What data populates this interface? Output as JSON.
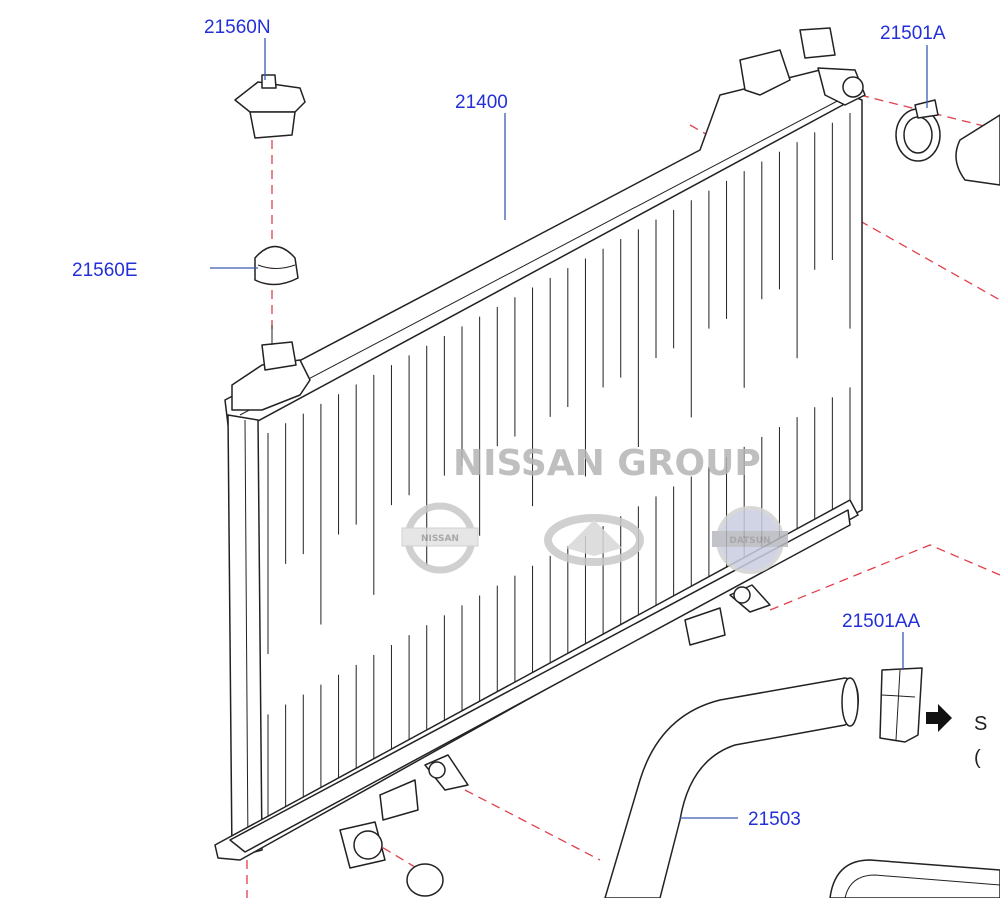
{
  "labels": {
    "cap": "21560N",
    "radiator": "21400",
    "clamp_upper": "21501A",
    "plug": "21560E",
    "clamp_lower": "21501AA",
    "hose_lower": "21503"
  },
  "see_ref": {
    "line1": "S",
    "line2": "("
  },
  "watermark": {
    "title": "NISSAN GROUP",
    "logos": [
      "NISSAN",
      "INFINITI",
      "DATSUN"
    ],
    "logo_text_nissan": "NISSAN",
    "logo_text_datsun": "DATSUN"
  },
  "colors": {
    "label": "#2330d8",
    "leader": "#3b5bb0",
    "dash": "#e0404a",
    "watermark": "#b5b5b5"
  }
}
